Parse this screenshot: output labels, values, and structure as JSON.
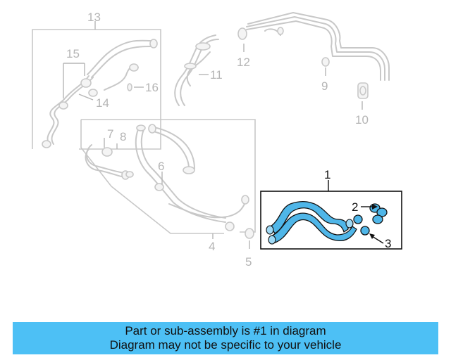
{
  "callouts": {
    "c1": "1",
    "c2": "2",
    "c3": "3",
    "c4": "4",
    "c5": "5",
    "c6": "6",
    "c7": "7",
    "c8": "8",
    "c9": "9",
    "c10": "10",
    "c11": "11",
    "c12": "12",
    "c13": "13",
    "c14": "14",
    "c15": "15",
    "c16": "16"
  },
  "banner": {
    "line1": "Part or sub-assembly is #1 in diagram",
    "line2": "Diagram may not be specific to your vehicle"
  },
  "colors": {
    "highlight": "#4fb6e8",
    "banner": "#4dc0f5",
    "ghost": "#c8c8c8"
  }
}
